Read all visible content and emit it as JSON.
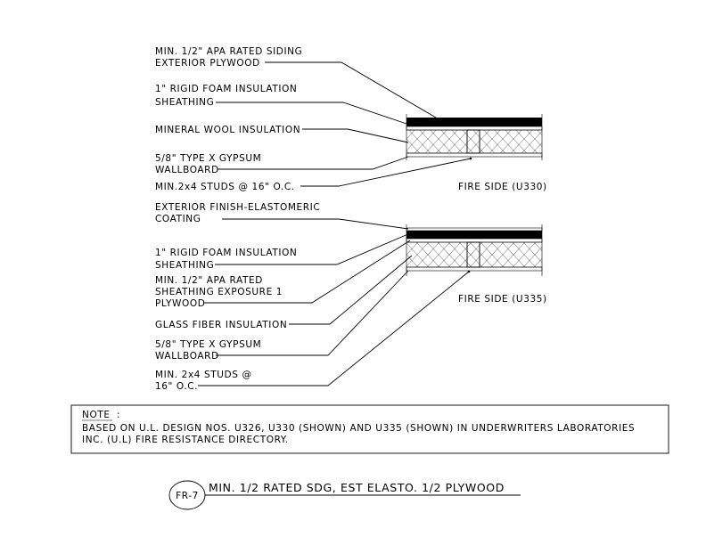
{
  "assembly_1": {
    "labels": [
      {
        "line1": "MIN. 1/2\" APA RATED SIDING",
        "line2": "EXTERIOR PLYWOOD"
      },
      {
        "line1": "1\" RIGID FOAM INSULATION",
        "line2": "SHEATHING"
      },
      {
        "line1": "MINERAL WOOL INSULATION",
        "line2": ""
      },
      {
        "line1": "5/8\" TYPE X GYPSUM",
        "line2": "WALLBOARD"
      },
      {
        "line1": "MIN.2x4 STUDS @ 16\" O.C.",
        "line2": ""
      }
    ],
    "side_label": "FIRE SIDE (U330)"
  },
  "assembly_2": {
    "labels": [
      {
        "line1": "EXTERIOR FINISH-ELASTOMERIC",
        "line2": "COATING"
      },
      {
        "line1": "1\" RIGID FOAM INSULATION",
        "line2": "SHEATHING"
      },
      {
        "line1": "MIN. 1/2\" APA RATED",
        "line2": "SHEATHING EXPOSURE 1",
        "line3": "PLYWOOD"
      },
      {
        "line1": "GLASS FIBER INSULATION",
        "line2": ""
      },
      {
        "line1": "5/8\" TYPE X GYPSUM",
        "line2": "WALLBOARD"
      },
      {
        "line1": "MIN. 2x4 STUDS @",
        "line2": "16\" O.C."
      }
    ],
    "side_label": "FIRE SIDE (U335)"
  },
  "note": {
    "heading": "NOTE",
    "colon": ":",
    "line1": "BASED ON U.L. DESIGN NOS. U326, U330 (SHOWN) AND U335 (SHOWN) IN UNDERWRITERS LABORATORIES",
    "line2": "INC. (U.L) FIRE RESISTANCE DIRECTORY."
  },
  "detail": {
    "tag": "FR-7",
    "title": "MIN. 1/2 RATED SDG, EST ELASTO. 1/2 PLYWOOD"
  }
}
